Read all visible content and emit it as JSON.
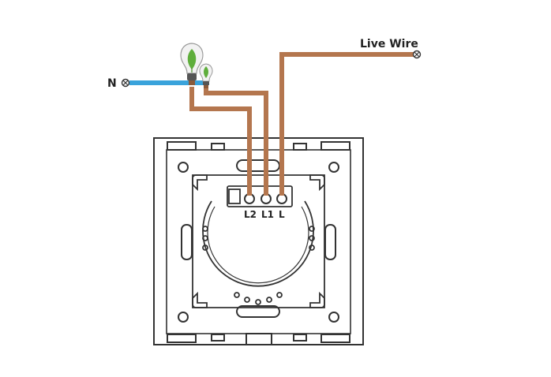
{
  "labels": {
    "neutral": "N",
    "live": "Live Wire",
    "terminals": [
      "L2",
      "L1",
      "L"
    ]
  },
  "colors": {
    "neutral_wire": "#3aa3db",
    "live_wire": "#b4764e",
    "outline": "#333333",
    "leaf": "#5fae3c",
    "bulb": "#f2f2f2"
  }
}
